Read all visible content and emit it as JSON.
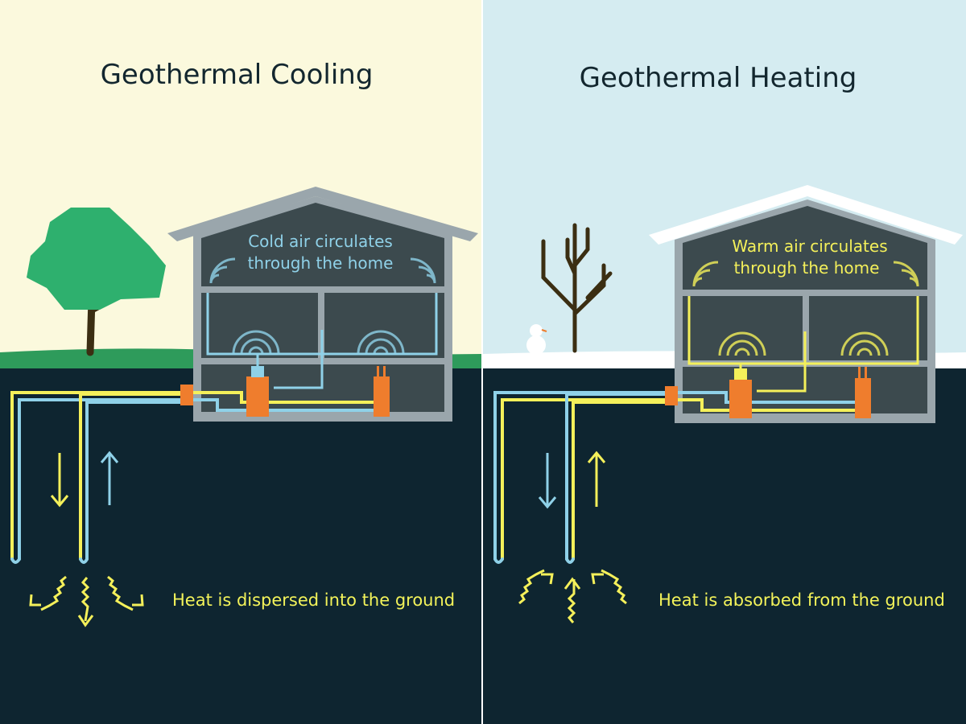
{
  "panels": {
    "cooling": {
      "title": "Geothermal Cooling",
      "house_label_line1": "Cold air circulates",
      "house_label_line2": "through the home",
      "ground_label": "Heat is dispersed into the ground",
      "sky_color": "#fbf9dd",
      "surface_color": "#2e9b5b",
      "house_text_color": "#8fd1e8"
    },
    "heating": {
      "title": "Geothermal Heating",
      "house_label_line1": "Warm air circulates",
      "house_label_line2": "through the home",
      "ground_label": "Heat is absorbed from the ground",
      "sky_color": "#d5ecf1",
      "surface_color": "#ffffff",
      "house_text_color": "#f4f05a"
    }
  },
  "colors": {
    "ground": "#0e2530",
    "house_wall": "#9aa6ac",
    "house_interior": "#3c4a4e",
    "pipe_cold": "#8fd1e8",
    "pipe_warm": "#f4f05a",
    "unit_orange": "#ef7d2d",
    "tree_green": "#2eb06e",
    "trunk": "#3b2e12"
  },
  "icons": [
    "tree-icon",
    "bare-tree-icon",
    "snowman-icon",
    "heat-wave-icon",
    "flow-arrow-icon"
  ]
}
